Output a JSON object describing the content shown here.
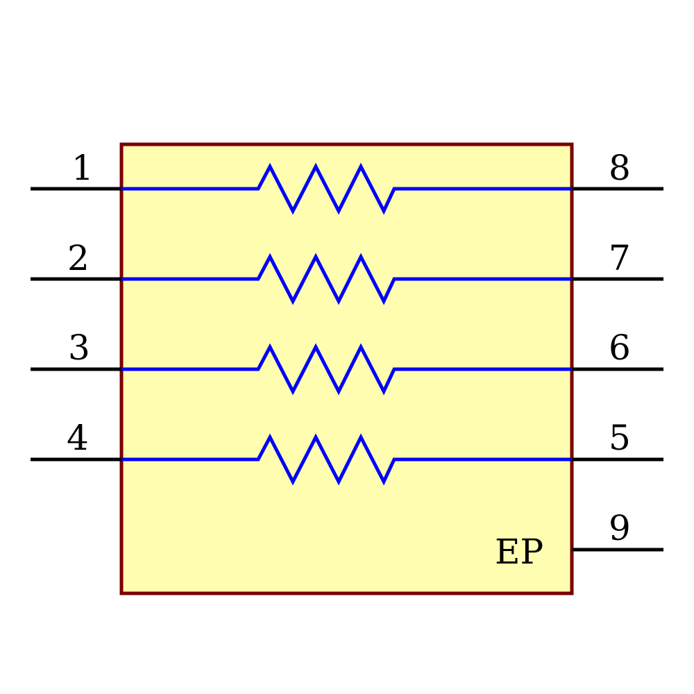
{
  "component": {
    "body_fill": "#FFFDB0",
    "body_stroke": "#7A0000",
    "pin_color": "#000000",
    "resistor_color": "#0000FF",
    "exposed_pad_label": "EP"
  },
  "pins": {
    "left": [
      "1",
      "2",
      "3",
      "4"
    ],
    "right": [
      "8",
      "7",
      "6",
      "5"
    ],
    "exposed_pad": "9"
  },
  "resistors": [
    {
      "from_pin": "1",
      "to_pin": "8"
    },
    {
      "from_pin": "2",
      "to_pin": "7"
    },
    {
      "from_pin": "3",
      "to_pin": "6"
    },
    {
      "from_pin": "4",
      "to_pin": "5"
    }
  ]
}
